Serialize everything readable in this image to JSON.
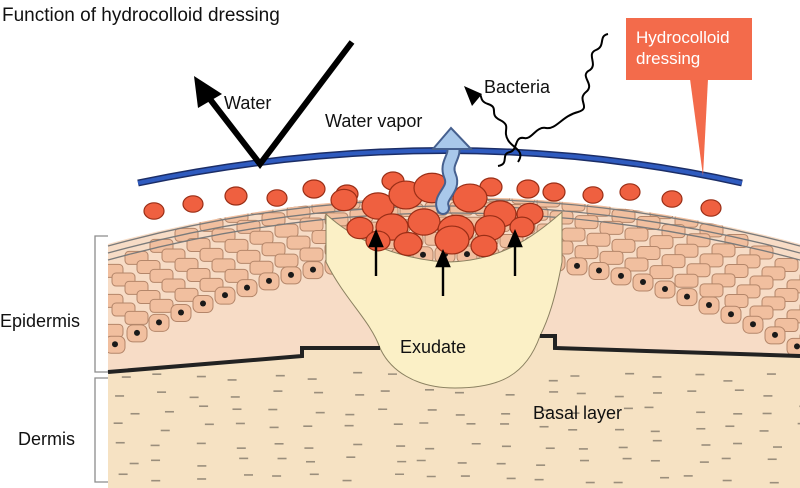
{
  "title": "Function of hydrocolloid dressing",
  "labels": {
    "water": "Water",
    "water_vapor": "Water vapor",
    "bacteria": "Bacteria",
    "dressing_line1": "Hydrocolloid",
    "dressing_line2": "dressing",
    "exudate": "Exudate",
    "basal_layer": "Basal layer",
    "epidermis": "Epidermis",
    "dermis": "Dermis"
  },
  "colors": {
    "dressing_line": "#2f5bbf",
    "callout": "#f36b4b",
    "gel_beads": "#ef6040",
    "skin_cells": "#f1bf9f",
    "exudate": "#fbf0c6",
    "dermis": "#f6e2c3",
    "vapor_arrow": "#9fbfe4"
  }
}
